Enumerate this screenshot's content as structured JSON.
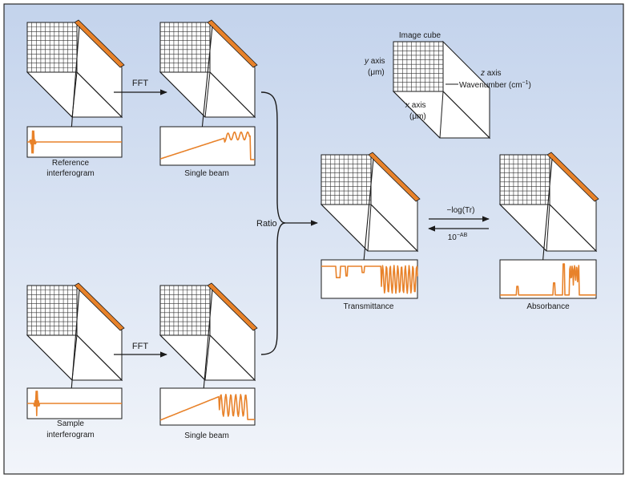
{
  "colors": {
    "background_top": "#c3d3ec",
    "background_bottom": "#f2f5fa",
    "border": "#2a2a2a",
    "spectrum": "#e8822a",
    "cube_edge": "#1a1a1a",
    "grid": "#333333"
  },
  "labels": {
    "fft_top": "FFT",
    "fft_bottom": "FFT",
    "ratio": "Ratio",
    "reference_line1": "Reference",
    "reference_line2": "interferogram",
    "single_beam_top": "Single beam",
    "sample_line1": "Sample",
    "sample_line2": "interferogram",
    "single_beam_bottom": "Single beam",
    "transmittance": "Transmittance",
    "absorbance": "Absorbance",
    "forward_op": "−log(Tr)",
    "inverse_op_base": "10",
    "inverse_op_exp": "−AB"
  },
  "image_cube": {
    "title": "Image cube",
    "y_axis_italic": "y",
    "y_axis_rest": " axis",
    "y_unit": "(μm)",
    "x_axis_italic": "x",
    "x_axis_rest": " axis",
    "x_unit": "(μm)",
    "z_axis_italic": "z",
    "z_axis_rest": " axis",
    "wavenumber": "Wavenumber (cm",
    "wavenumber_exp": "−1",
    "wavenumber_close": ")"
  }
}
